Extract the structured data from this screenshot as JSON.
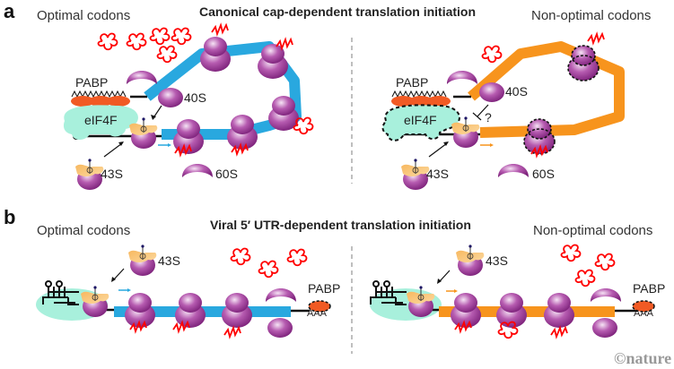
{
  "panels": [
    {
      "letter": "a",
      "title": "Canonical cap-dependent translation initiation",
      "left_label": "Optimal codons",
      "right_label": "Non-optimal codons",
      "labels": {
        "pabp": "PABP",
        "eif4f": "eIF4F",
        "s40": "40S",
        "s43": "43S",
        "s60": "60S",
        "question": "?"
      }
    },
    {
      "letter": "b",
      "title": "Viral 5′ UTR-dependent translation initiation",
      "left_label": "Optimal codons",
      "right_label": "Non-optimal codons",
      "labels": {
        "pabp": "PABP",
        "s43": "43S",
        "polya": "AAA"
      }
    }
  ],
  "colors": {
    "optimal_mrna": "#29a8df",
    "nonoptimal_mrna": "#f7941d",
    "ribosome": "#93278f",
    "eif4f": "#a8f0dc",
    "pabp": "#f15a24",
    "peptide": "#ff0000",
    "trna": "#fbb040"
  },
  "credit": "©nature"
}
